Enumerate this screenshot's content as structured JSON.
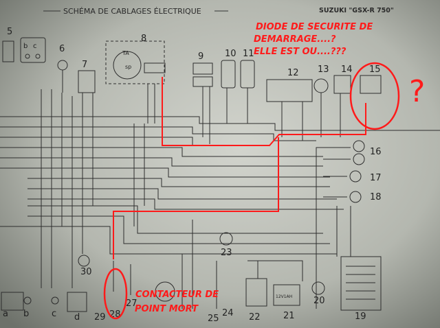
{
  "header": {
    "title": "SCHÉMA DE CABLAGES ÉLECTRIQUE",
    "model": "SUZUKI \"GSX-R 750\""
  },
  "annotations": {
    "diode_question": [
      "DIODE DE SECURITE DE",
      "DEMARRAGE....?",
      "ELLE EST OU....???"
    ],
    "question_mark": "?",
    "contact_label": [
      "CONTACTEUR DE",
      "POINT MORT"
    ],
    "color": "#ff1a1a"
  },
  "components": {
    "n5": "5",
    "n6": "6",
    "n7": "7",
    "n8": "8",
    "n9": "9",
    "n10": "10",
    "n11": "11",
    "n12": "12",
    "n13": "13",
    "n14": "14",
    "n15": "15",
    "n16": "16",
    "n17": "17",
    "n18": "18",
    "n19": "19",
    "n20": "20",
    "n21": "21",
    "n22": "22",
    "n23": "23",
    "n24": "24",
    "n25": "25",
    "n27": "27",
    "n28": "28",
    "n29": "29",
    "n30": "30",
    "a": "a",
    "b": "b",
    "c": "c",
    "d": "d",
    "b5": "b",
    "c5": "c",
    "ta": "TA",
    "sp": "sp"
  },
  "relay_label": "12V1AH"
}
